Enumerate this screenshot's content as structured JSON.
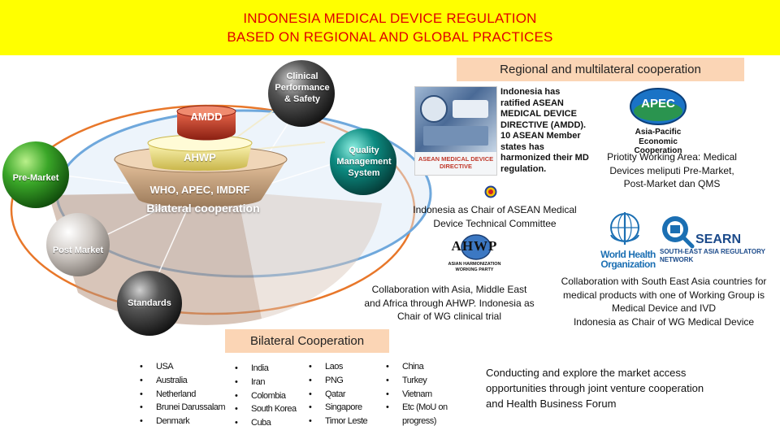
{
  "title": {
    "line1": "INDONESIA MEDICAL DEVICE REGULATION",
    "line2": "BASED ON REGIONAL AND GLOBAL PRACTICES"
  },
  "diagram": {
    "layers": {
      "top": "AMDD",
      "middle": "AHWP",
      "bottom": "WHO, APEC, IMDRF"
    },
    "bilateral_label": "Bilateral cooperation",
    "spheres": {
      "clinical": "Clinical Performance & Safety",
      "qms": "Quality Management System",
      "pre_market": "Pre-Market",
      "post_market": "Post Market",
      "standards": "Standards"
    }
  },
  "regional": {
    "header": "Regional and multilateral cooperation",
    "amdd_image_text": "ASEAN MEDICAL DEVICE DIRECTIVE",
    "amdd_desc": "Indonesia has ratified ASEAN MEDICAL DEVICE DIRECTIVE (AMDD). 10 ASEAN Member states has harmonized their MD regulation.",
    "asean_caption": "Indonesia as Chair of ASEAN Medical Device Technical Committee",
    "apec_logo": "APEC",
    "apec_name": "Asia-Pacific Economic Cooperation",
    "apec_caption": "Priotity Working Area: Medical Devices meliputi Pre-Market, Post-Market dan QMS",
    "ahwp_logo": "AHWP",
    "ahwp_name": "ASIAN HARMONIZATION WORKING PARTY",
    "ahwp_caption": "Collaboration with Asia, Middle East and Africa through AHWP. Indonesia as Chair of WG clinical trial",
    "who_name": "World Health Organization",
    "searn_name": "SEARN",
    "searn_sub": "SOUTH-EAST ASIA REGULATORY NETWORK",
    "searn_caption": "Collaboration with South East Asia countries for medical products with one of Working Group is Medical Device and IVD",
    "searn_caption2": "Indonesia as Chair of WG Medical Device"
  },
  "bilateral": {
    "header": "Bilateral Cooperation",
    "columns": [
      [
        "USA",
        "Australia",
        "Netherland",
        "Brunei Darussalam",
        "Denmark"
      ],
      [
        "India",
        "Iran",
        "Colombia",
        "South Korea",
        "Cuba"
      ],
      [
        "Laos",
        "PNG",
        "Qatar",
        "Singapore",
        "Timor Leste"
      ],
      [
        "China",
        "Turkey",
        "Vietnam",
        "Etc (MoU on progress)"
      ]
    ],
    "market_access": "Conducting and explore the market access opportunities through joint venture cooperation and  Health Business Forum"
  },
  "colors": {
    "title_bg": "#ffff00",
    "title_text": "#e00000",
    "header_bg": "#fbd5b5",
    "amdd_red": "#c0392b",
    "green_sphere": "#3aa628",
    "teal_sphere": "#0c8a80",
    "gray_sphere": "#444444",
    "blue_ellipse": "#6fa8dc",
    "orange_ellipse": "#e8772a"
  }
}
